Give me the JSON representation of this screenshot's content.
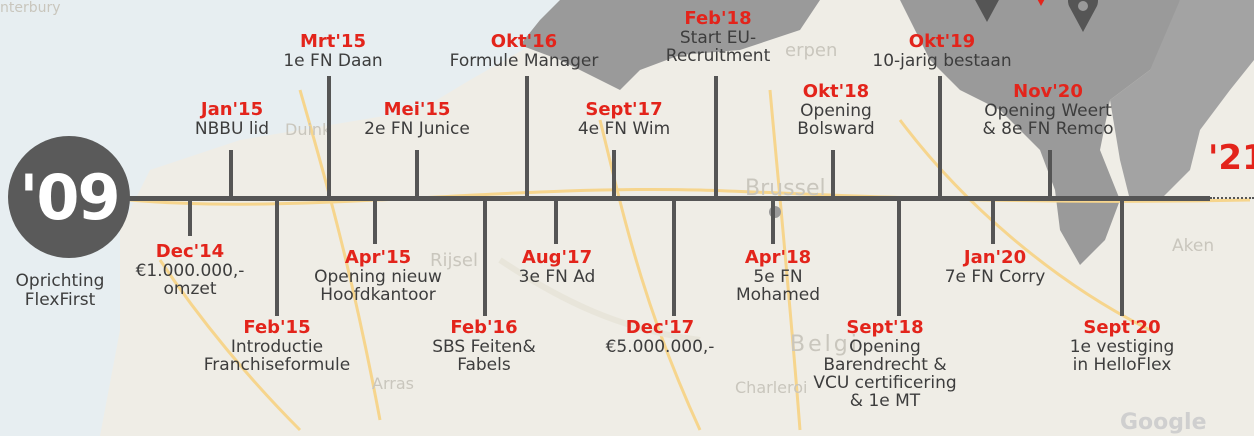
{
  "start": {
    "year": "'09",
    "label_line1": "Oprichting",
    "label_line2": "FlexFirst"
  },
  "end": {
    "year": "'21"
  },
  "map_labels": {
    "brussel": "Brussel",
    "belgie": "Belgi",
    "charleroi": "Charleroi",
    "aken": "Aken",
    "arras": "Arras",
    "rijsel": "Rijsel",
    "antwerpen": "erpen",
    "canterbury": "nterbury",
    "duinkerken": "Duink",
    "google": "Google"
  },
  "colors": {
    "accent": "#e3241b",
    "axis": "#555555",
    "text": "#3d3d3d",
    "circle": "#5a5a5a"
  },
  "events": [
    {
      "id": "dec14",
      "date": "Dec'14",
      "lines": [
        "€1.000.000,-",
        "omzet"
      ],
      "side": "below"
    },
    {
      "id": "jan15",
      "date": "Jan'15",
      "lines": [
        "NBBU lid"
      ],
      "side": "above"
    },
    {
      "id": "feb15",
      "date": "Feb'15",
      "lines": [
        "Introductie",
        "Franchiseformule"
      ],
      "side": "below"
    },
    {
      "id": "mrt15",
      "date": "Mrt'15",
      "lines": [
        "1e FN Daan"
      ],
      "side": "above"
    },
    {
      "id": "apr15",
      "date": "Apr'15",
      "lines": [
        "Opening nieuw",
        "Hoofdkantoor"
      ],
      "side": "below"
    },
    {
      "id": "mei15",
      "date": "Mei'15",
      "lines": [
        "2e FN Junice"
      ],
      "side": "above"
    },
    {
      "id": "feb16",
      "date": "Feb'16",
      "lines": [
        "SBS Feiten&",
        "Fabels"
      ],
      "side": "below"
    },
    {
      "id": "okt16",
      "date": "Okt'16",
      "lines": [
        "Formule Manager"
      ],
      "side": "above"
    },
    {
      "id": "aug17",
      "date": "Aug'17",
      "lines": [
        "3e FN Ad"
      ],
      "side": "below"
    },
    {
      "id": "sept17",
      "date": "Sept'17",
      "lines": [
        "4e FN Wim"
      ],
      "side": "above"
    },
    {
      "id": "dec17",
      "date": "Dec'17",
      "lines": [
        "€5.000.000,-"
      ],
      "side": "below"
    },
    {
      "id": "feb18",
      "date": "Feb'18",
      "lines": [
        "Start EU-",
        "Recruitment"
      ],
      "side": "above"
    },
    {
      "id": "apr18",
      "date": "Apr'18",
      "lines": [
        "5e FN",
        "Mohamed"
      ],
      "side": "below"
    },
    {
      "id": "okt18",
      "date": "Okt'18",
      "lines": [
        "Opening",
        "Bolsward"
      ],
      "side": "above"
    },
    {
      "id": "sept18",
      "date": "Sept'18",
      "lines": [
        "Opening",
        "Barendrecht &",
        "VCU certificering",
        "& 1e MT"
      ],
      "side": "below"
    },
    {
      "id": "okt19",
      "date": "Okt'19",
      "lines": [
        "10-jarig bestaan"
      ],
      "side": "above"
    },
    {
      "id": "jan20",
      "date": "Jan'20",
      "lines": [
        "7e FN Corry"
      ],
      "side": "below"
    },
    {
      "id": "nov20",
      "date": "Nov'20",
      "lines": [
        "Opening Weert",
        "& 8e FN Remco"
      ],
      "side": "above"
    },
    {
      "id": "sept20",
      "date": "Sept'20",
      "lines": [
        "1e vestiging",
        "in HelloFlex"
      ],
      "side": "below"
    }
  ]
}
